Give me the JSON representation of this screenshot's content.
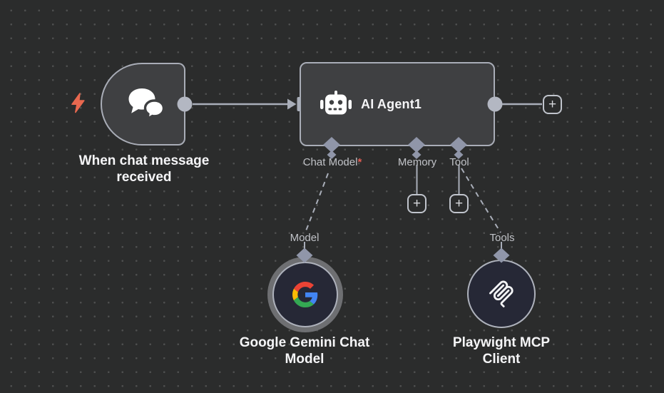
{
  "canvas": {
    "background": "#2b2c2c",
    "dot_color": "#4e4f4f"
  },
  "colors": {
    "node_fill": "#3f4042",
    "node_border": "#a9adb7",
    "connection_line": "#a9aeb9",
    "port_diamond": "#9096a9",
    "circle_node_fill": "#262836",
    "selection_ring": "#6e6f72",
    "label_text": "#f5f5f7",
    "sub_label_text": "#c0c2c7",
    "required_asterisk": "#e25d53",
    "trigger_bolt": "#e8684f",
    "google_red": "#EA4335",
    "google_blue": "#4285F4",
    "google_yellow": "#FBBC05",
    "google_green": "#34A853"
  },
  "icons": {
    "trigger": "chat-bubbles",
    "agent": "robot",
    "gemini": "google-g",
    "mcp": "mcp-squiggle",
    "bolt": "lightning-bolt"
  },
  "nodes": {
    "trigger": {
      "label_line1": "When chat message",
      "label_line2": "received"
    },
    "agent": {
      "title": "AI Agent1"
    },
    "gemini": {
      "label_line1": "Google Gemini Chat",
      "label_line2": "Model"
    },
    "mcp": {
      "label_line1": "Playwight MCP",
      "label_line2": "Client"
    }
  },
  "ports": {
    "chat_model": "Chat Model",
    "chat_model_required": "*",
    "memory": "Memory",
    "tool": "Tool",
    "model": "Model",
    "tools": "Tools"
  },
  "buttons": {
    "plus": "+"
  }
}
